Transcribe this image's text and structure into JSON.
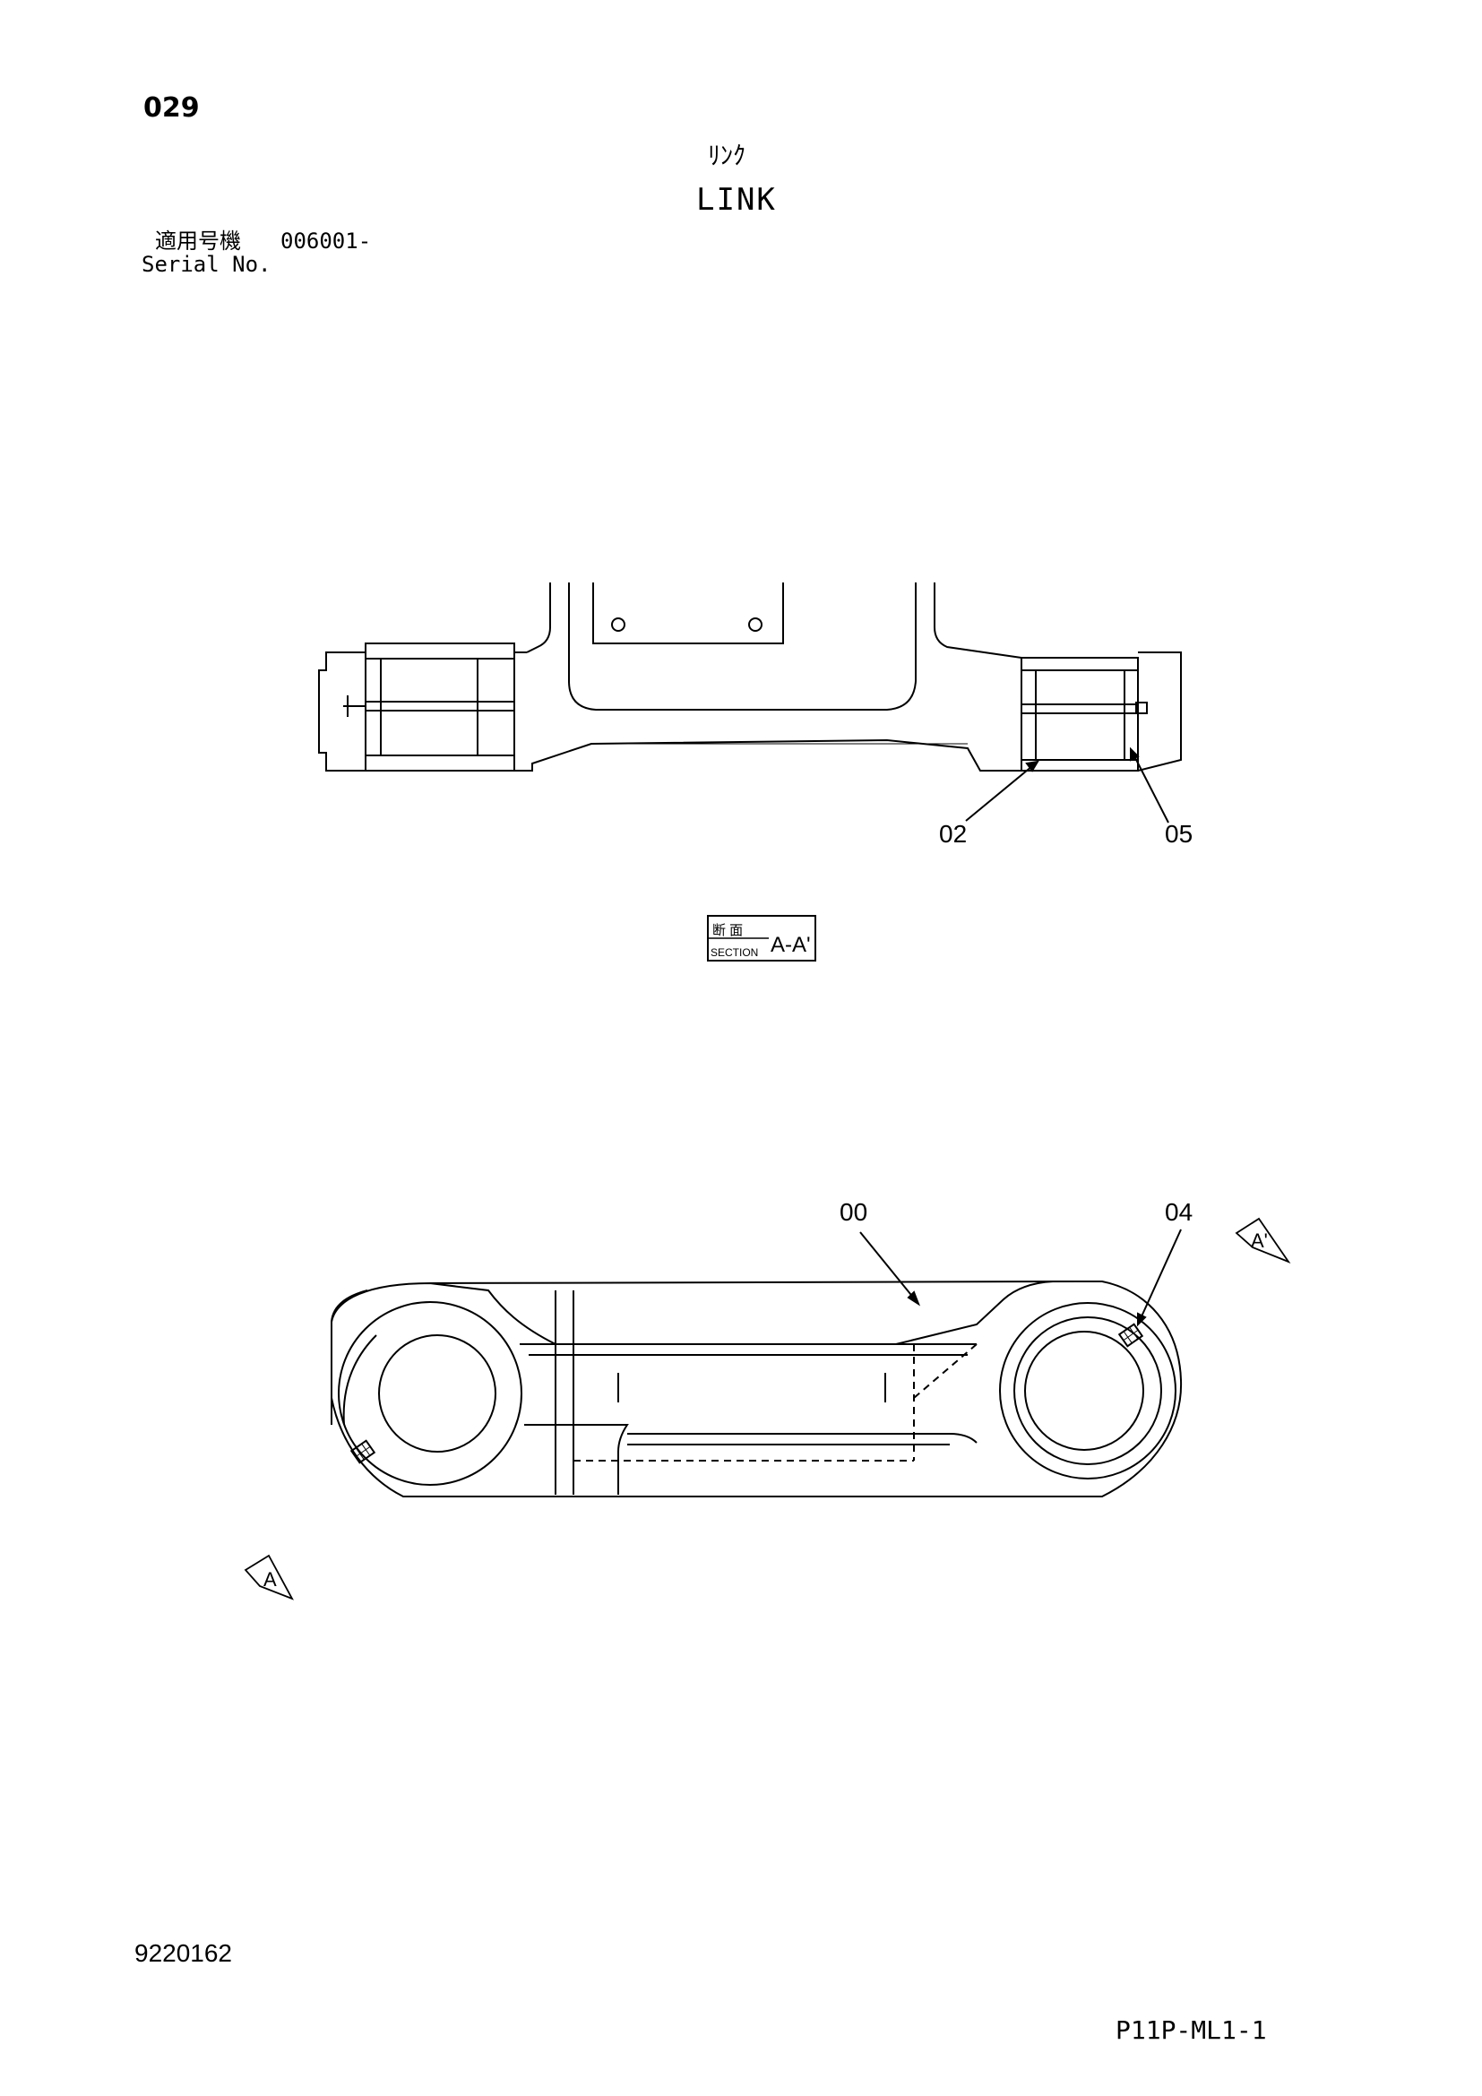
{
  "header": {
    "page_number": "029",
    "title_jp": "ﾘﾝｸ",
    "title_en": "LINK",
    "serial_label_jp": "適用号機",
    "serial_value": "006001-",
    "serial_label_en": "Serial No."
  },
  "section_tag": {
    "jp": "断  面",
    "en": "SECTION",
    "code": "A-A'"
  },
  "callouts": {
    "c02": "02",
    "c05": "05",
    "c00": "00",
    "c04": "04"
  },
  "view_markers": {
    "a_prime": "A'",
    "a": "A"
  },
  "footer": {
    "doc_number": "9220162",
    "sheet_code": "P11P-ML1-1"
  }
}
